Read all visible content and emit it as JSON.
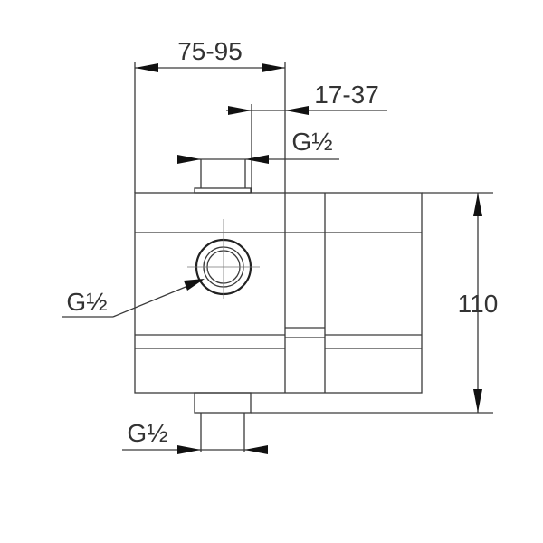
{
  "dimensions": {
    "width_range": "75-95",
    "offset_range": "17-37",
    "height": "110",
    "top_connection": "G½",
    "side_connection": "G½",
    "bottom_connection": "G½"
  },
  "colors": {
    "line": "#3a3a3a",
    "text": "#333333"
  }
}
